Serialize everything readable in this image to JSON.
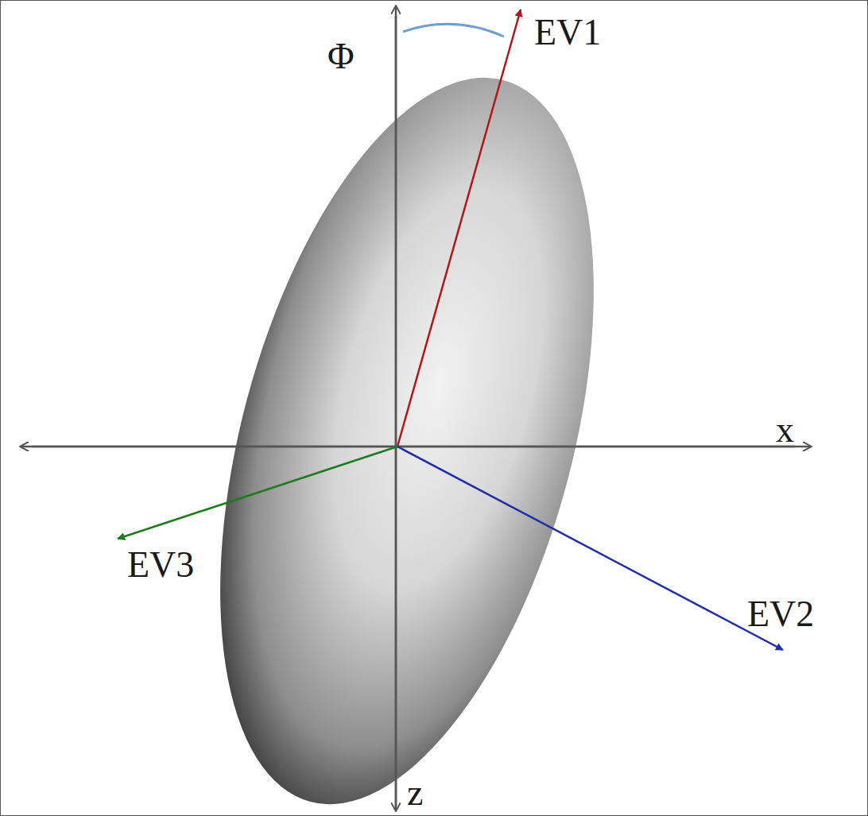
{
  "diagram": {
    "labels": [
      "Φ",
      "EV1",
      "x",
      "EV3",
      "EV2",
      "z"
    ]
  }
}
